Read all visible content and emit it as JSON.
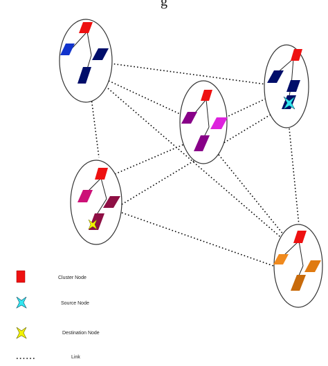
{
  "header": {
    "partial_caption": "g"
  },
  "colors": {
    "cluster_node": "#ee1111",
    "source_node": "#33e6f0",
    "destination_node": "#f2f200",
    "cluster_1": "#1133cc",
    "cluster_2": "#000e6a",
    "cluster_3": "#880088",
    "cluster_4": "#8e0f44",
    "cluster_5": "#e07a10"
  },
  "clusters": [
    {
      "id": "cluster-1",
      "name": "",
      "member_color": "#1133cc"
    },
    {
      "id": "cluster-2",
      "name": "",
      "member_color": "#000e6a",
      "contains": "source-node"
    },
    {
      "id": "cluster-3",
      "name": "",
      "member_color": "#880088"
    },
    {
      "id": "cluster-4",
      "name": "",
      "member_color": "#8e0f44",
      "contains": "destination-node"
    },
    {
      "id": "cluster-5",
      "name": "",
      "member_color": "#e07a10"
    }
  ],
  "links": [
    [
      "cluster-1",
      "cluster-2"
    ],
    [
      "cluster-1",
      "cluster-3"
    ],
    [
      "cluster-1",
      "cluster-4"
    ],
    [
      "cluster-1",
      "cluster-5"
    ],
    [
      "cluster-3",
      "cluster-2"
    ],
    [
      "cluster-3",
      "cluster-5"
    ],
    [
      "cluster-2",
      "cluster-4"
    ],
    [
      "cluster-2",
      "cluster-5"
    ],
    [
      "cluster-4",
      "cluster-3"
    ],
    [
      "cluster-4",
      "cluster-5"
    ]
  ],
  "legend": {
    "cluster_node_label": "Cluster Node",
    "source_node_label": "Source Node",
    "destination_node_label": "Destination Node",
    "link_label": "Link"
  }
}
